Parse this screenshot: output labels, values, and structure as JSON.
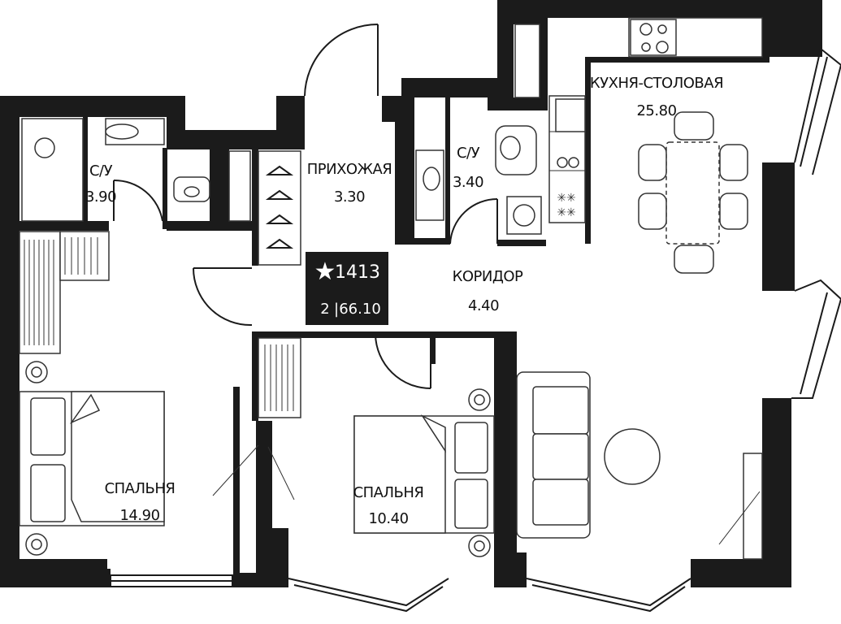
{
  "rooms": {
    "bathroom_1": {
      "name": "С/У",
      "area": "3.90"
    },
    "hallway": {
      "name": "ПРИХОЖАЯ",
      "area": "3.30"
    },
    "bathroom_2": {
      "name": "С/У",
      "area": "3.40"
    },
    "kitchen_dining": {
      "name": "КУХНЯ-СТОЛОВАЯ",
      "area": "25.80"
    },
    "corridor": {
      "name": "КОРИДОР",
      "area": "4.40"
    },
    "bedroom_1": {
      "name": "СПАЛЬНЯ",
      "area": "14.90"
    },
    "bedroom_2": {
      "name": "СПАЛЬНЯ",
      "area": "10.40"
    }
  },
  "badge": {
    "number": "1413",
    "rooms": "2",
    "separator": "|",
    "total_area": "66.10"
  },
  "colors": {
    "wall": "#1b1b1b",
    "badge_bg": "#1b1b1b",
    "badge_text": "#ffffff"
  }
}
